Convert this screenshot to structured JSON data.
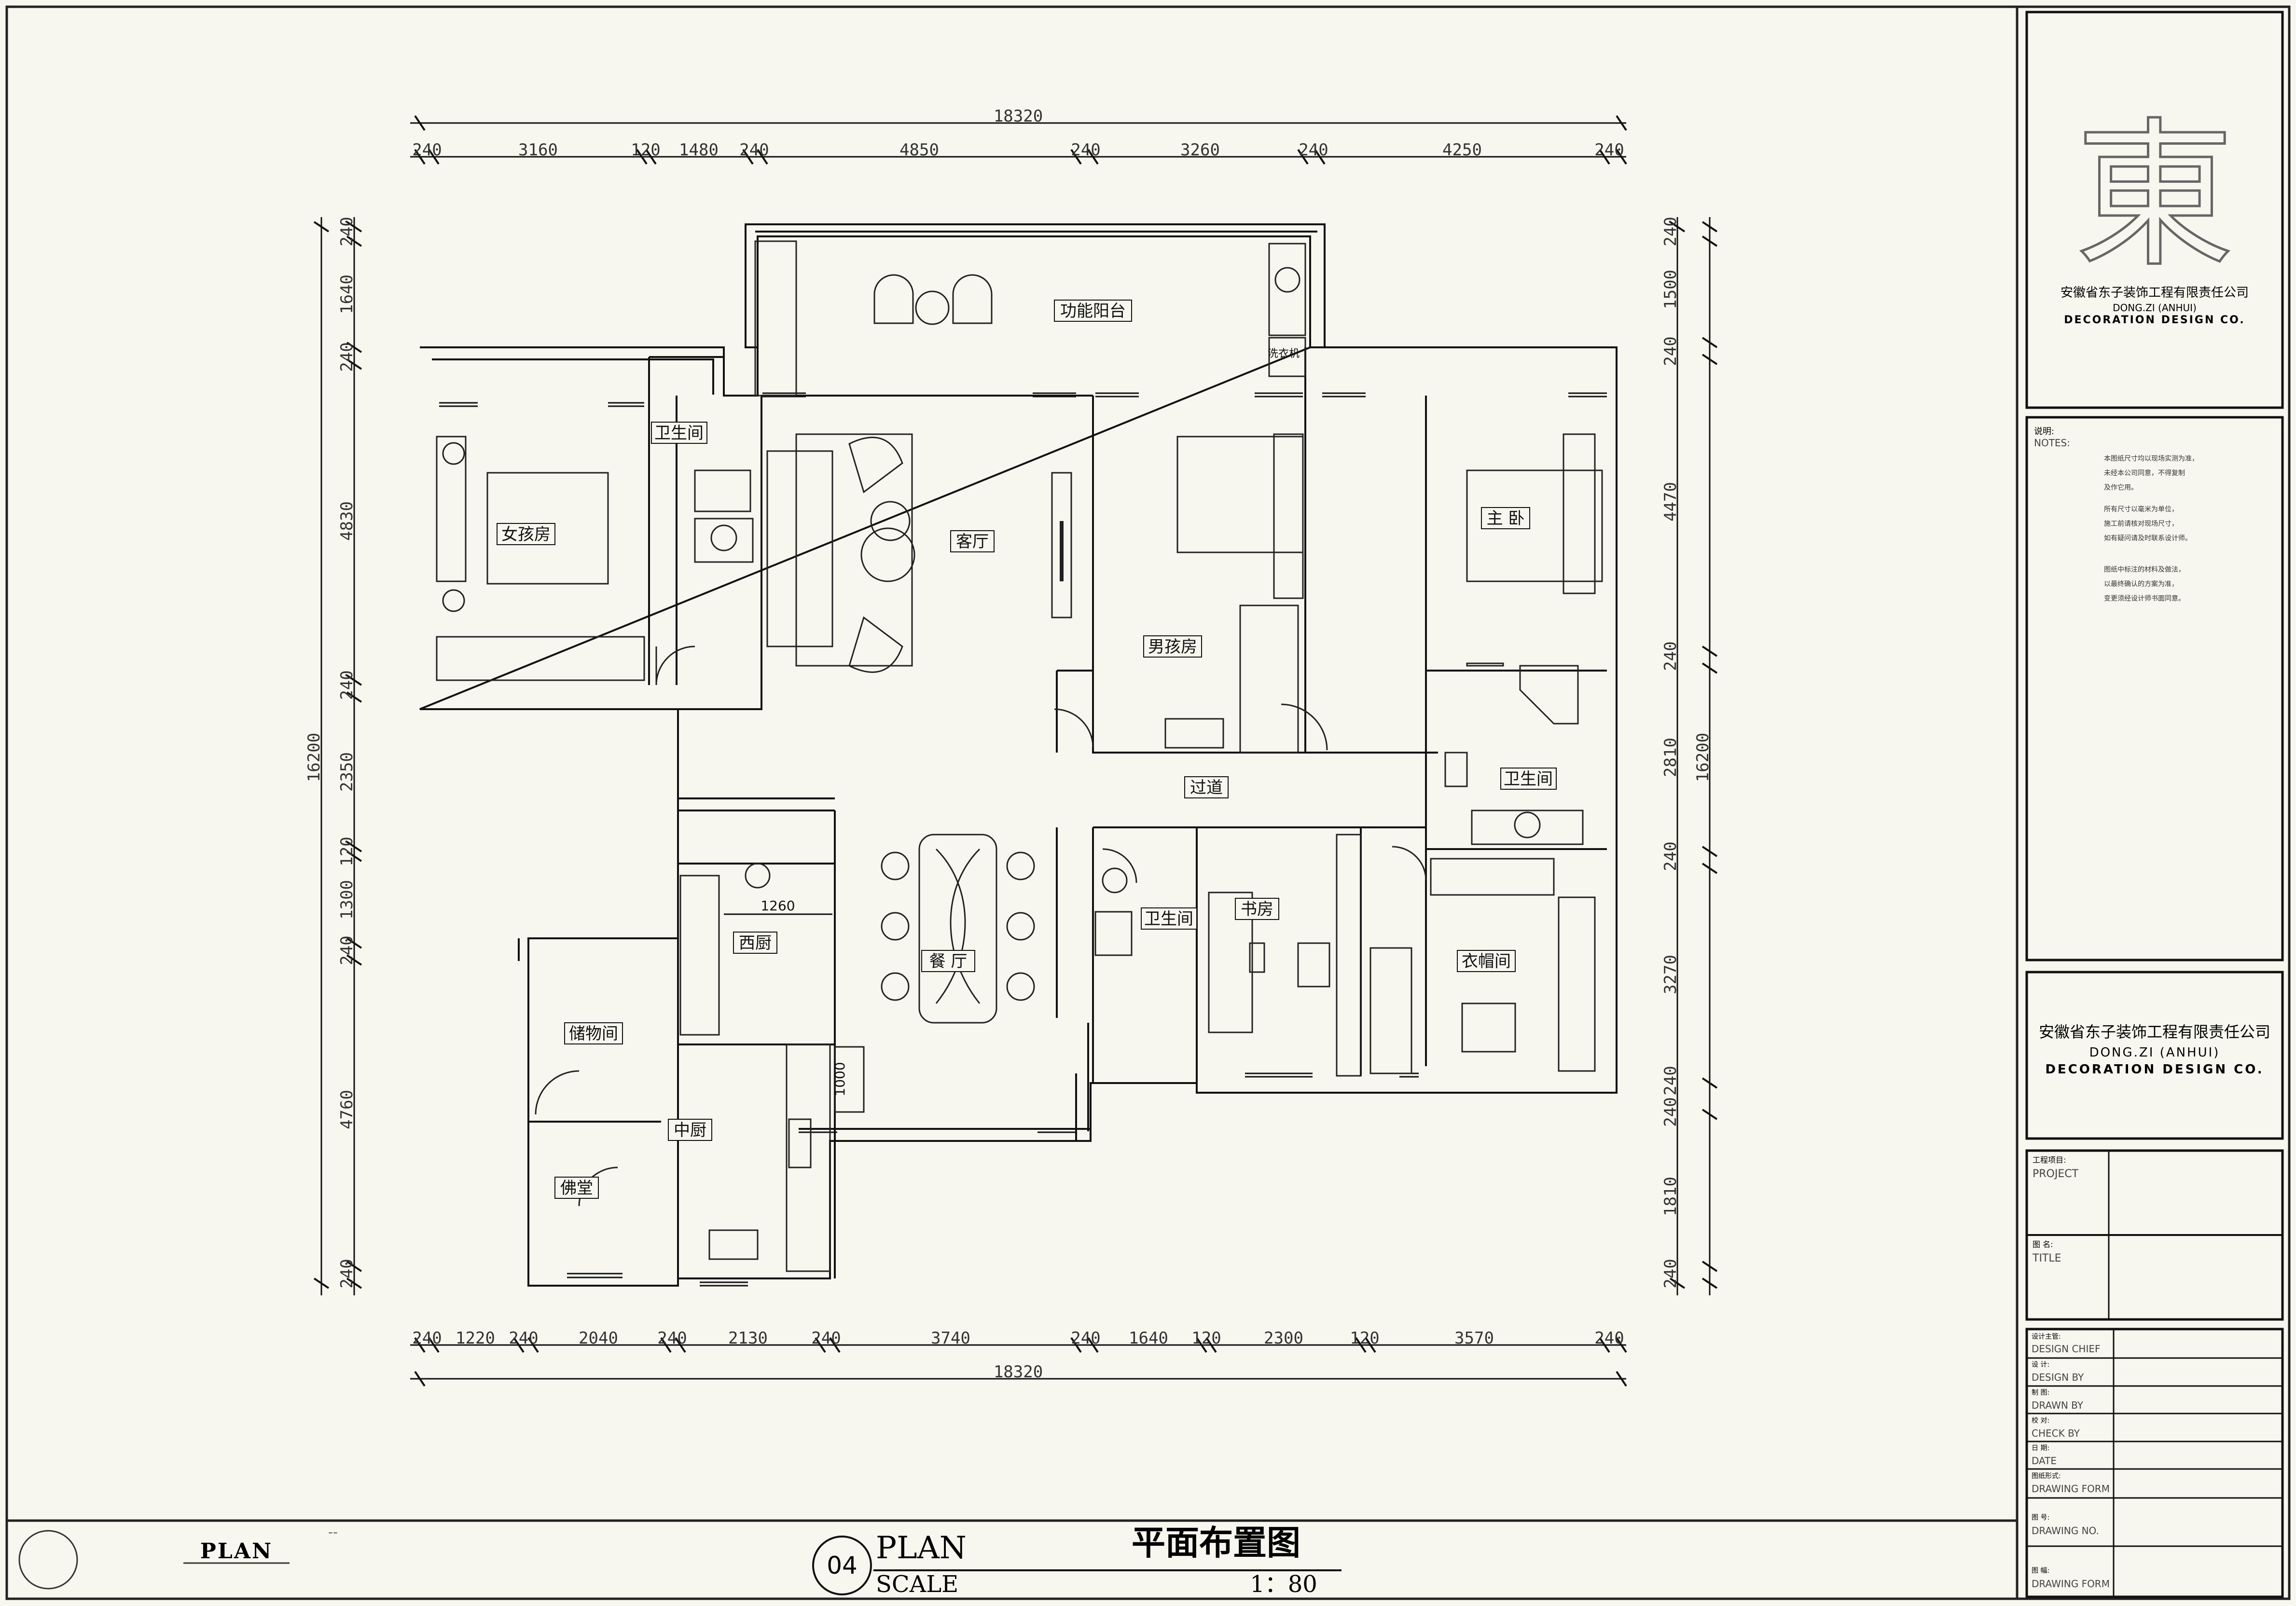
{
  "plan": {
    "dims_top": [
      "240",
      "3160",
      "120",
      "1480",
      "240",
      "4850",
      "240",
      "3260",
      "240",
      "4250",
      "240"
    ],
    "dims_bottom": [
      "240",
      "1220",
      "240",
      "2040",
      "240",
      "2130",
      "240",
      "3740",
      "240",
      "1640",
      "120",
      "2300",
      "120",
      "3570",
      "240"
    ],
    "total_width": "18320",
    "dims_left": [
      "240",
      "1640",
      "240",
      "4830",
      "240",
      "2350",
      "120",
      "1300",
      "240",
      "4760",
      "240"
    ],
    "dims_right": [
      "240",
      "1500",
      "240",
      "4470",
      "240",
      "2810",
      "240",
      "3270",
      "240",
      "240",
      "1810",
      "240"
    ],
    "total_height": "16200",
    "rooms": {
      "balcony": "功能阳台",
      "washer": "洗衣机",
      "living": "客厅",
      "girls_room": "女孩房",
      "bath1": "卫生间",
      "boys_room": "男孩房",
      "master": "主 卧",
      "corridor": "过道",
      "bath2": "卫生间",
      "dining": "餐 厅",
      "western_kitchen": "西厨",
      "kitchen_dim": "1260",
      "bath3": "卫生间",
      "study": "书房",
      "cloakroom": "衣帽间",
      "storage": "储物间",
      "chinese_kitchen": "中厨",
      "shrine": "佛堂",
      "counter_dim": "1000"
    }
  },
  "title_block": {
    "logo_glyph": "東",
    "company_cn": "安徽省东子装饰工程有限责任公司",
    "company_en1": "DONG.ZI (ANHUI)",
    "company_en2": "DECORATION DESIGN CO.",
    "notes_cn": "说明:",
    "notes_en": "NOTES:",
    "notes": [
      "本图纸尺寸均以现场实测为准，",
      "未经本公司同意，不得复制",
      "及作它用。",
      "",
      "所有尺寸以毫米为单位，",
      "施工前请核对现场尺寸，",
      "如有疑问请及时联系设计师。",
      "",
      "图纸中标注的材料及做法，",
      "以最终确认的方案为准，",
      "变更须经设计师书面同意。"
    ],
    "rows": [
      {
        "cn": "工程项目:",
        "en": "PROJECT"
      },
      {
        "cn": "图    名:",
        "en": "TITLE"
      },
      {
        "cn": "设计主管:",
        "en": "DESIGN CHIEF"
      },
      {
        "cn": "设    计:",
        "en": "DESIGN BY"
      },
      {
        "cn": "制    图:",
        "en": "DRAWN  BY"
      },
      {
        "cn": "校    对:",
        "en": "CHECK BY"
      },
      {
        "cn": "日    期:",
        "en": "DATE"
      },
      {
        "cn": "图纸形式:",
        "en": "DRAWING FORM"
      },
      {
        "cn": "图    号:",
        "en": "DRAWING NO."
      },
      {
        "cn": "图    幅:",
        "en": "DRAWING FORM"
      }
    ]
  },
  "bottom_bar": {
    "plan_label": "PLAN",
    "dash": "--",
    "number": "04",
    "plan": "PLAN",
    "scale": "SCALE",
    "title_cn": "平面布置图",
    "scale_value": "1：80"
  }
}
